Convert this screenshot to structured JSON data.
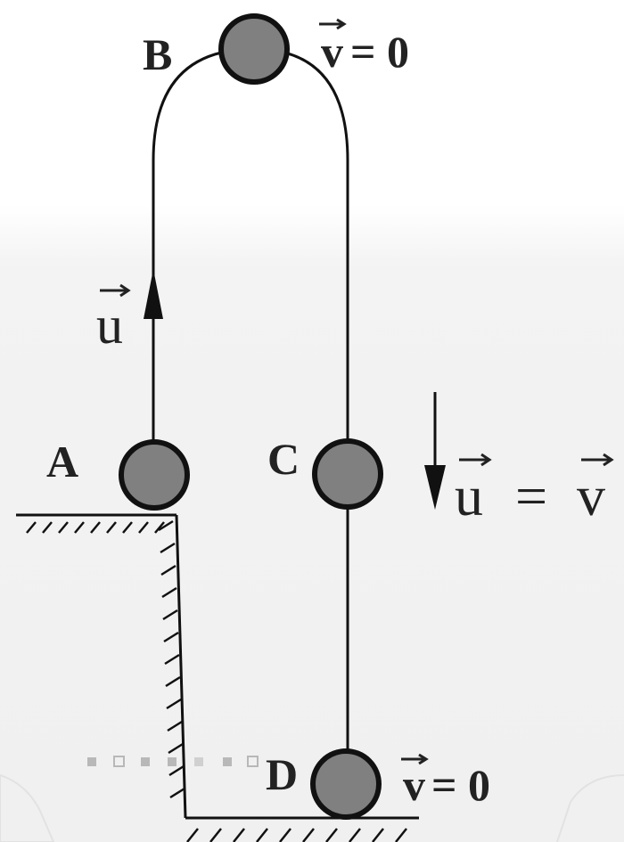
{
  "points": {
    "A": {
      "label": "A"
    },
    "B": {
      "label": "B",
      "velocity_symbol": "v",
      "velocity_value": "= 0"
    },
    "C": {
      "label": "C",
      "symbol_left": "u",
      "equals": "=",
      "symbol_right": "v"
    },
    "D": {
      "label": "D",
      "velocity_symbol": "v",
      "velocity_value": "= 0"
    }
  },
  "launch_velocity_symbol": "u",
  "colors": {
    "ball_fill": "#808080",
    "ball_stroke": "#111111",
    "path": "#111111",
    "text": "#222222",
    "decorative_dots": "#b8b8b8"
  }
}
